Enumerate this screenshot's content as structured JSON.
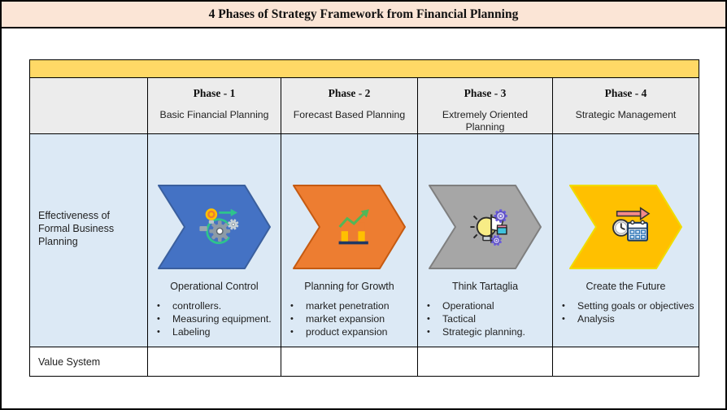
{
  "title": "4 Phases of Strategy Framework from Financial Planning",
  "colors": {
    "title_bar_bg": "#FBE5D6",
    "gold_bar": "#FFD966",
    "header_row_bg": "#ECECEC",
    "main_row_bg": "#DCE9F5",
    "value_row_bg": "#FFFFFF"
  },
  "labels": {
    "effectiveness": "Effectiveness of Formal Business Planning",
    "value_system": "Value System"
  },
  "phases": [
    {
      "name": "Phase - 1",
      "subtitle": "Basic Financial Planning",
      "icon": "gears-lightbulb-cycle-icon",
      "chevron_fill": "#4472C4",
      "chevron_stroke": "#3A5F9E",
      "heading": "Operational Control",
      "bullets": [
        "controllers.",
        "Measuring equipment.",
        "Labeling"
      ]
    },
    {
      "name": "Phase - 2",
      "subtitle": "Forecast Based Planning",
      "icon": "growth-bar-chart-icon",
      "chevron_fill": "#ED7D31",
      "chevron_stroke": "#C55A11",
      "heading": "Planning for Growth",
      "bullets": [
        "market penetration",
        "market expansion",
        "product expansion"
      ]
    },
    {
      "name": "Phase - 3",
      "subtitle": "Extremely Oriented Planning",
      "icon": "idea-gears-book-icon",
      "chevron_fill": "#A6A6A6",
      "chevron_stroke": "#7F7F7F",
      "heading": "Think Tartaglia",
      "bullets": [
        "Operational",
        "Tactical",
        "Strategic planning."
      ]
    },
    {
      "name": "Phase - 4",
      "subtitle": "Strategic Management",
      "icon": "clock-calendar-arrow-icon",
      "chevron_fill": "#FFC000",
      "chevron_stroke": "#F0DC00",
      "heading": "Create the Future",
      "bullets": [
        "Setting goals or objectives",
        "Analysis"
      ]
    }
  ]
}
